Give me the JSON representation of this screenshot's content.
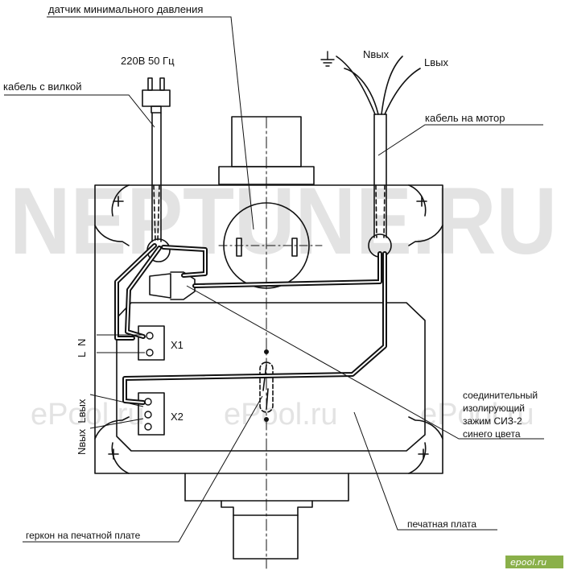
{
  "labels": {
    "sensor": "датчик минимального давления",
    "power": "220В 50 Гц",
    "plug_cable": "кабель с вилкой",
    "n_out": "Nвых",
    "l_out": "Lвых",
    "motor_cable": "кабель на мотор",
    "x1": "X1",
    "x2": "X2",
    "ln_vertical": "L  N",
    "nl_vertical": "Nвых  Lвых",
    "clamp_line1": "соединительный",
    "clamp_line2": "изолирующий",
    "clamp_line3": "зажим СИЗ-2",
    "clamp_line4": "синего цвета",
    "reed": "геркон на печатной плате",
    "pcb": "печатная плата"
  },
  "watermarks": {
    "big": "NEPTUNE.RU",
    "small": "ePool.ru",
    "logo": "epool.ru"
  },
  "colors": {
    "line": "#111111",
    "watermark": "#e3e3e3",
    "logo_bg": "#8ab04a"
  }
}
